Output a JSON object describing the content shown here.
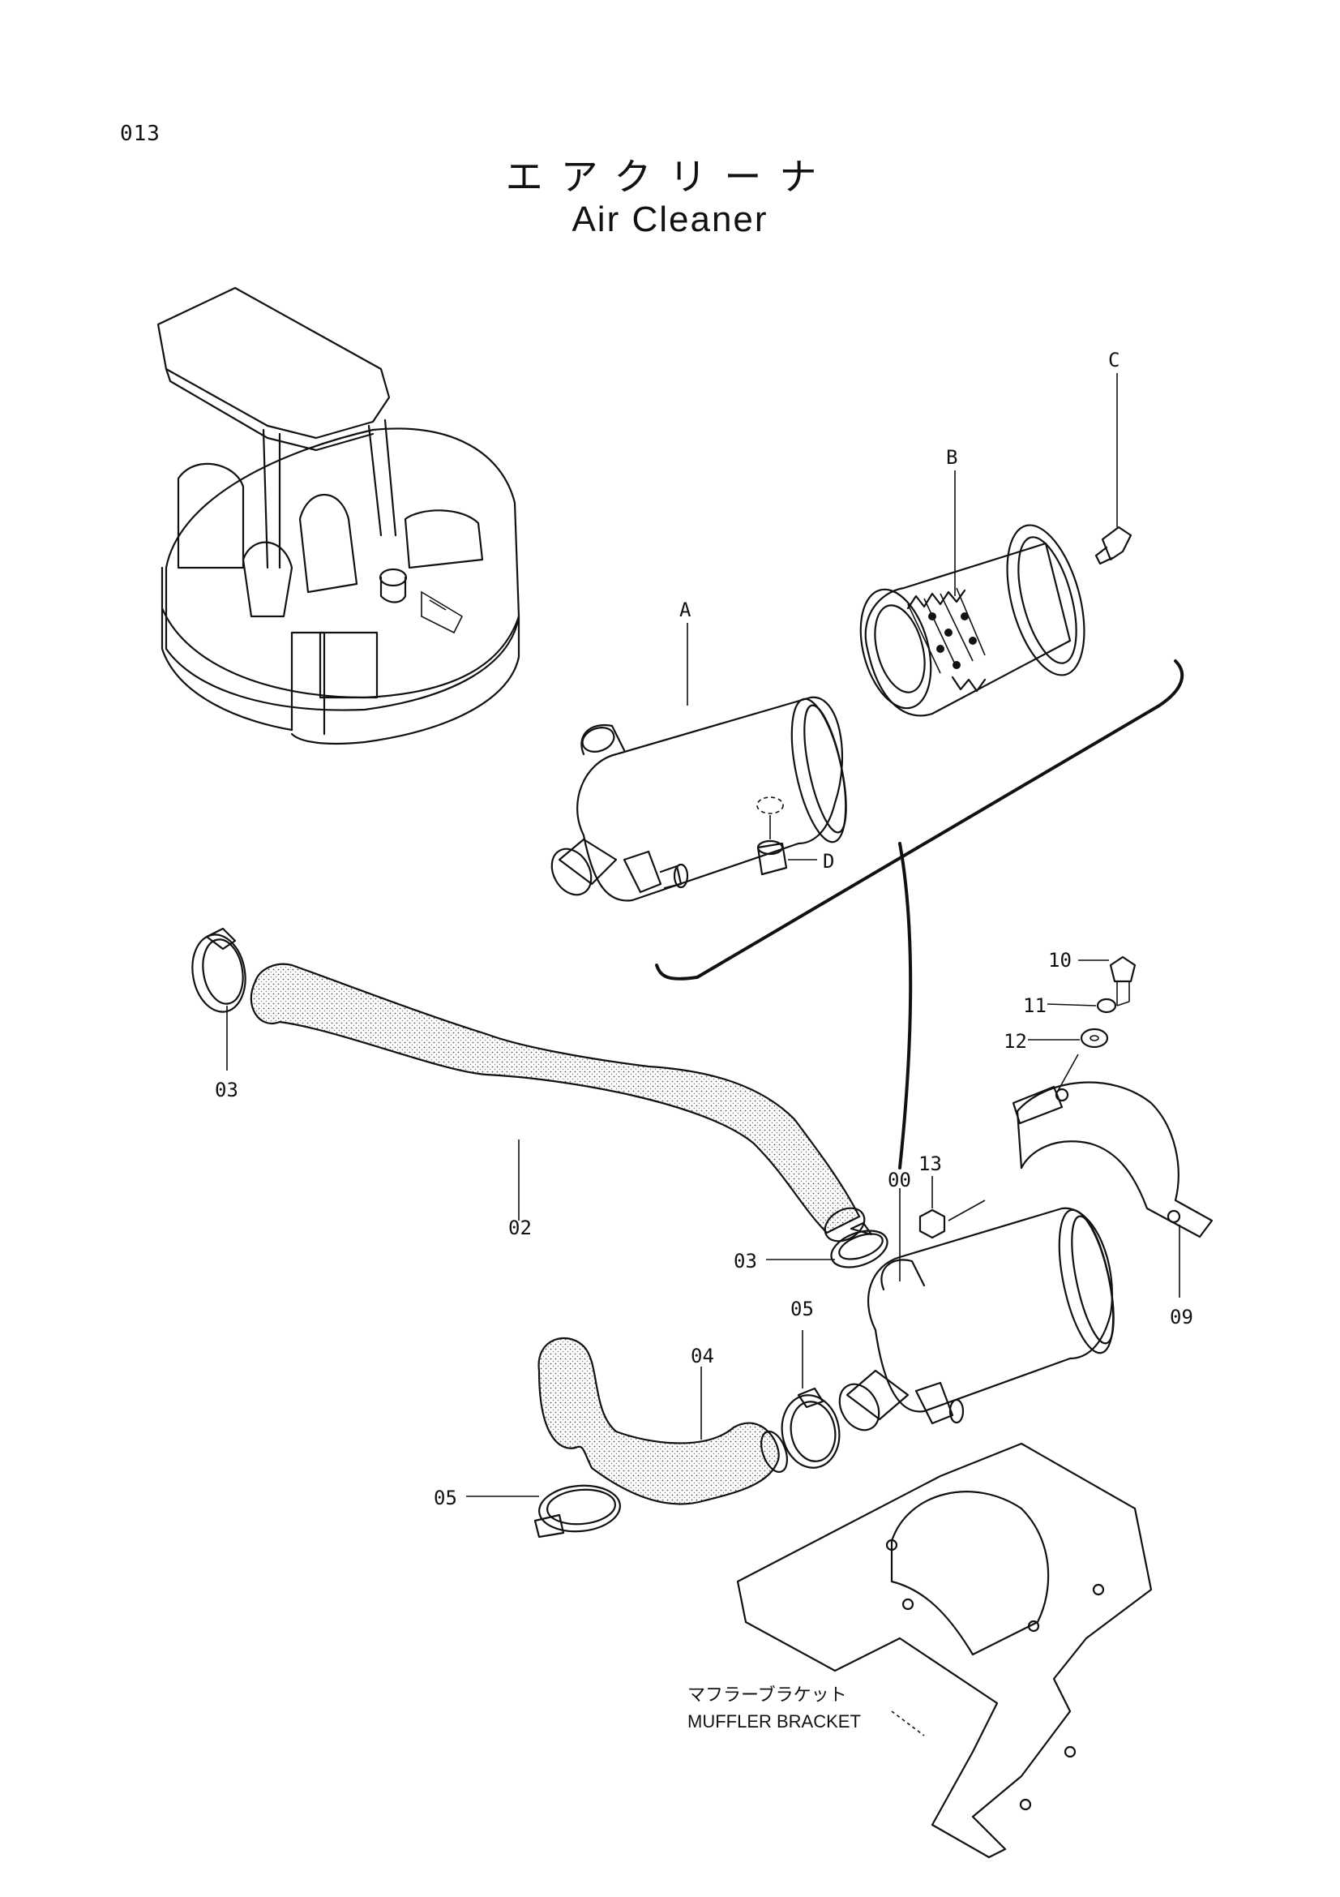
{
  "page": {
    "number": "013"
  },
  "title": {
    "japanese": "エアクリーナ",
    "english": "Air Cleaner"
  },
  "callouts": {
    "A": "A",
    "B": "B",
    "C": "C",
    "D": "D",
    "p00": "00",
    "p02": "02",
    "p03a": "03",
    "p03b": "03",
    "p04": "04",
    "p05a": "05",
    "p05b": "05",
    "p09": "09",
    "p10": "10",
    "p11": "11",
    "p12": "12",
    "p13": "13"
  },
  "bracket_label": {
    "japanese": "マフラーブラケット",
    "english": "MUFFLER BRACKET"
  }
}
